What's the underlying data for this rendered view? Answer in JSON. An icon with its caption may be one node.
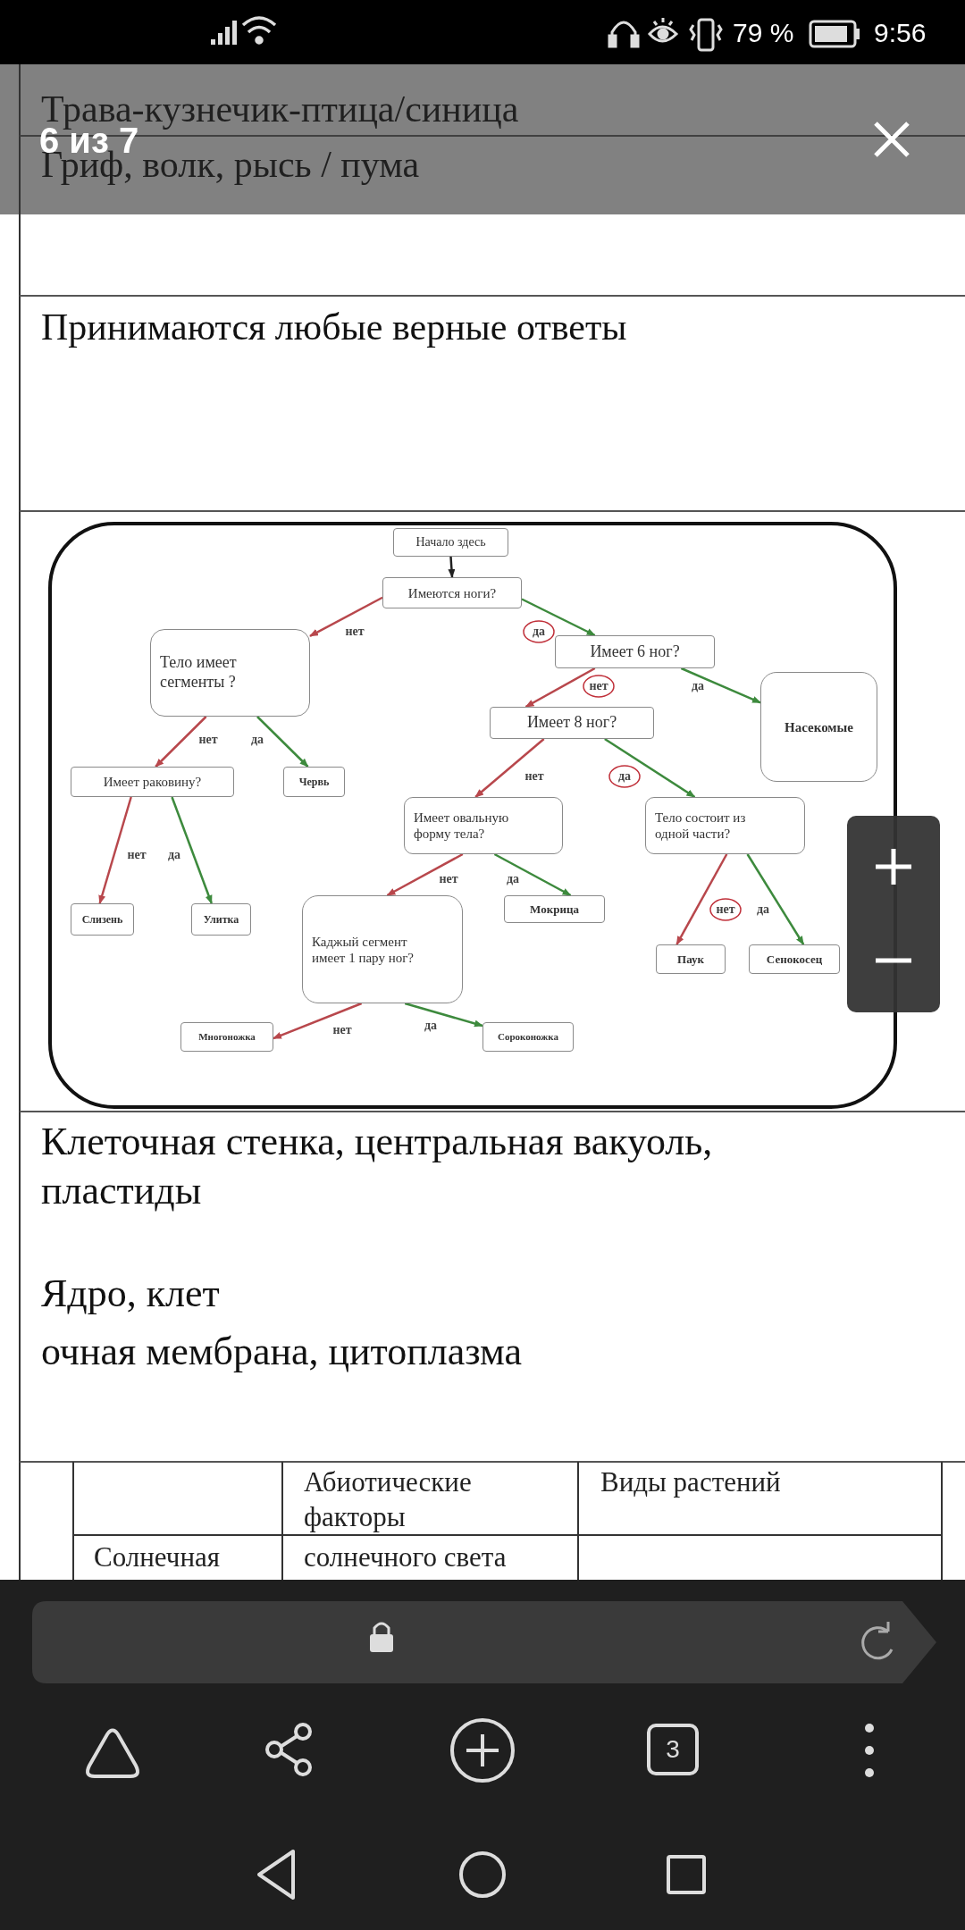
{
  "diagram": {
    "nodes": [
      {
        "text": [
          "Начало здесь"
        ]
      },
      {
        "text": [
          "Имеются ноги?"
        ]
      },
      {
        "text": [
          "Тело имеет сегменты ?"
        ]
      },
      {
        "text": [
          "Имеет 6 ног?"
        ]
      },
      {
        "text": [
          "Насекомые"
        ]
      },
      {
        "text": [
          "Имеет 8 ног?"
        ]
      },
      {
        "text": [
          "Имеет раковину?"
        ]
      },
      {
        "text": [
          "Червь"
        ]
      },
      {
        "text": [
          "Имеет овальную форму тела?"
        ]
      },
      {
        "text": [
          "Тело состоит из одной части?"
        ]
      },
      {
        "text": [
          "Слизень"
        ]
      },
      {
        "text": [
          "Улитка"
        ]
      },
      {
        "text": [
          "Мокрица"
        ]
      },
      {
        "text": [
          "Каджый сегмент имеет 1 пару ног?"
        ]
      },
      {
        "text": [
          "Паук"
        ]
      },
      {
        "text": [
          "Сенокосец"
        ]
      },
      {
        "text": [
          "Многоножка"
        ]
      },
      {
        "text": [
          "Сороконожка"
        ]
      }
    ],
    "edges": [
      {
        "from": 0,
        "to": 1,
        "arrow": "to",
        "color": "#222222"
      },
      {
        "from": 1,
        "to": 2,
        "arrow": "to",
        "label": "нет",
        "color": "#b8474c"
      },
      {
        "from": 1,
        "to": 3,
        "arrow": "to",
        "label": "да",
        "color": "#3d8a3d"
      },
      {
        "from": 2,
        "to": 6,
        "arrow": "to",
        "label": "нет",
        "color": "#b8474c"
      },
      {
        "from": 2,
        "to": 7,
        "arrow": "to",
        "label": "да",
        "color": "#3d8a3d"
      },
      {
        "from": 3,
        "to": 5,
        "arrow": "to",
        "label": "нет",
        "color": "#b8474c"
      },
      {
        "from": 3,
        "to": 4,
        "arrow": "to",
        "label": "да",
        "color": "#3d8a3d"
      },
      {
        "from": 5,
        "to": 8,
        "arrow": "to",
        "label": "нет",
        "color": "#b8474c"
      },
      {
        "from": 5,
        "to": 9,
        "arrow": "to",
        "label": "да",
        "color": "#3d8a3d"
      },
      {
        "from": 6,
        "to": 10,
        "arrow": "to",
        "label": "нет",
        "color": "#b8474c"
      },
      {
        "from": 6,
        "to": 11,
        "arrow": "to",
        "label": "да",
        "color": "#3d8a3d"
      },
      {
        "from": 8,
        "to": 13,
        "arrow": "to",
        "label": "нет",
        "color": "#b8474c"
      },
      {
        "from": 8,
        "to": 12,
        "arrow": "to",
        "label": "да",
        "color": "#3d8a3d"
      },
      {
        "from": 9,
        "to": 14,
        "arrow": "to",
        "label": "нет",
        "color": "#b8474c"
      },
      {
        "from": 9,
        "to": 15,
        "arrow": "to",
        "label": "да",
        "color": "#3d8a3d"
      },
      {
        "from": 13,
        "to": 16,
        "arrow": "to",
        "label": "нет",
        "color": "#b8474c"
      },
      {
        "from": 13,
        "to": 17,
        "arrow": "to",
        "label": "да",
        "color": "#3d8a3d"
      }
    ],
    "labels": [
      "79 %",
      "9:56",
      "6 из 7",
      "Трава-кузнечик-птица/синица",
      "Гриф, волк, рысь / пума",
      "Принимаются любые верные ответы",
      "Клеточная стенка, центральная вакуоль, пластиды",
      "Ядро, клет",
      "очная мембрана, цитоплазма",
      "Абиотические факторы",
      "Виды растений",
      "Солнечная",
      "солнечного света",
      "3"
    ]
  }
}
